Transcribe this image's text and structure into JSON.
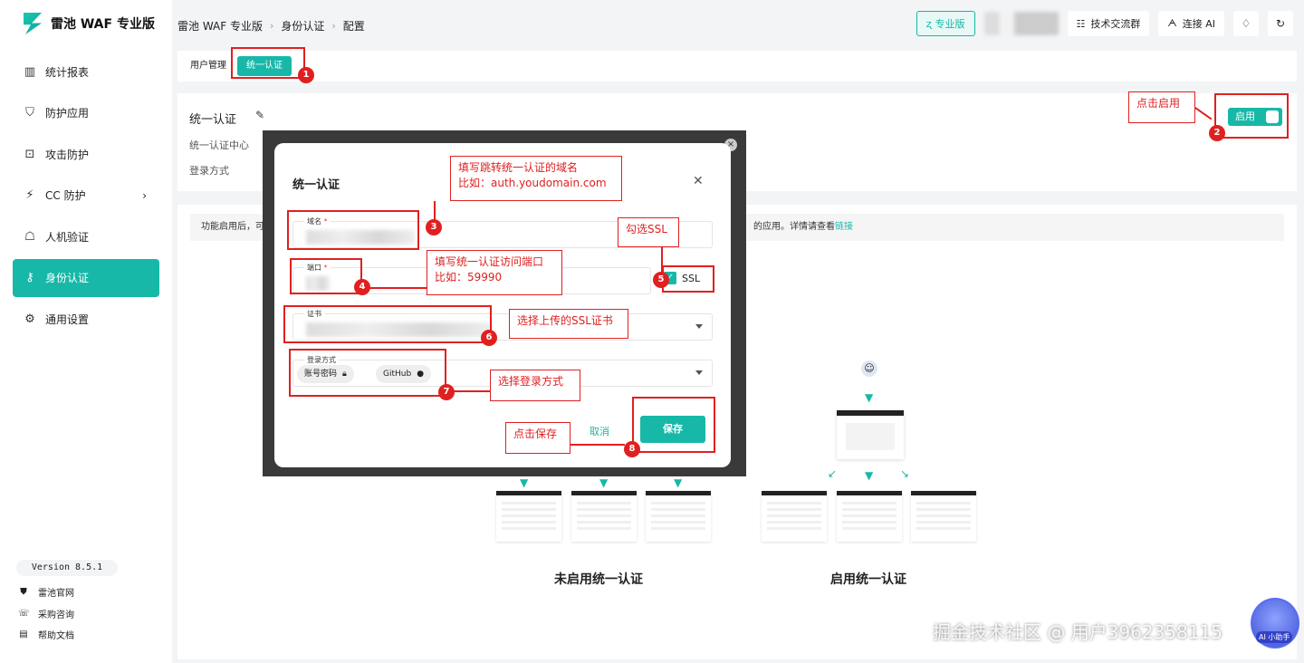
{
  "app": {
    "name": "雷池 WAF 专业版"
  },
  "breadcrumb": [
    "雷池 WAF 专业版",
    "身份认证",
    "配置"
  ],
  "topbar": {
    "pro_label": "专业版",
    "community_label": "技术交流群",
    "ai_label": "连接 AI"
  },
  "sidebar": {
    "items": [
      {
        "label": "统计报表",
        "icon": "bar-chart-icon"
      },
      {
        "label": "防护应用",
        "icon": "shield-icon"
      },
      {
        "label": "攻击防护",
        "icon": "attack-icon"
      },
      {
        "label": "CC 防护",
        "icon": "cc-icon"
      },
      {
        "label": "人机验证",
        "icon": "robot-icon"
      },
      {
        "label": "身份认证",
        "icon": "key-icon",
        "active": true
      },
      {
        "label": "通用设置",
        "icon": "gear-icon"
      }
    ],
    "version": "Version 8.5.1",
    "footer": [
      "雷池官网",
      "采购咨询",
      "帮助文档"
    ]
  },
  "tabs": [
    "用户管理",
    "统一认证"
  ],
  "config": {
    "title": "统一认证",
    "row1": "统一认证中心",
    "row2": "登录方式",
    "toggle_label": "启用"
  },
  "info": {
    "left": "功能启用后，可",
    "right": "的应用。详情请查看",
    "link": "链接"
  },
  "diagram": {
    "left_label": "未启用统一认证",
    "right_label": "启用统一认证"
  },
  "modal": {
    "title": "统一认证",
    "domain_label": "域名",
    "port_label": "端口",
    "cert_label": "证书",
    "login_label": "登录方式",
    "ssl_label": "SSL",
    "chips": [
      "账号密码",
      "GitHub"
    ],
    "cancel": "取消",
    "save": "保存"
  },
  "annotations": {
    "n1": "1",
    "n2": "2",
    "n3": "3",
    "n4": "4",
    "n5": "5",
    "n6": "6",
    "n7": "7",
    "n8": "8",
    "enable": "点击启用",
    "domain_line1": "填写跳转统一认证的域名",
    "domain_line2": "比如：auth.youdomain.com",
    "port_line1": "填写统一认证访问端口",
    "port_line2": "比如：59990",
    "ssl": "勾选SSL",
    "cert": "选择上传的SSL证书",
    "login": "选择登录方式",
    "save": "点击保存"
  },
  "watermark": "掘金技术社区 @ 用户3962358115",
  "ai_helper": "AI 小助手",
  "colors": {
    "accent": "#17b8a8",
    "annotation": "#e02020"
  }
}
